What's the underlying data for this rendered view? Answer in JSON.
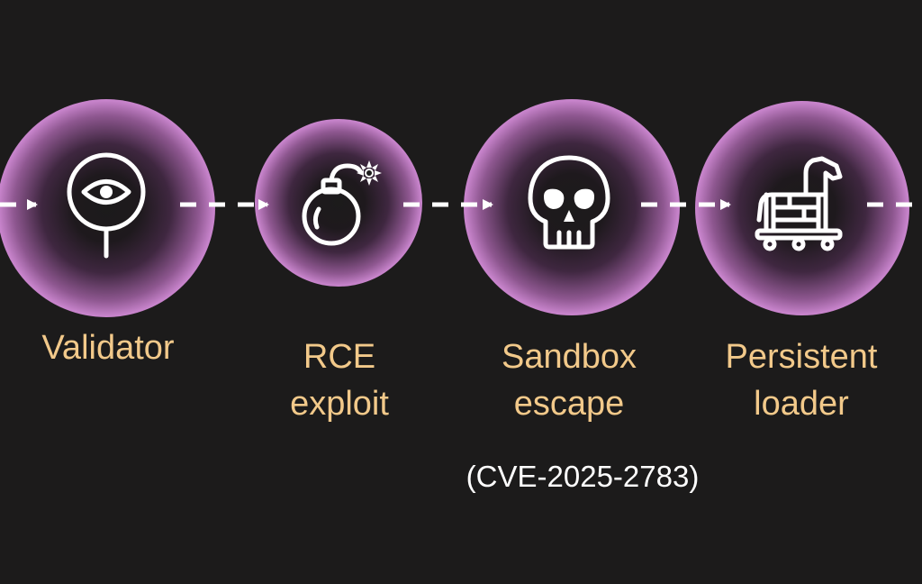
{
  "colors": {
    "background": "#1c1b1b",
    "glow": "#c884cc",
    "label": "#f2c98a",
    "icon": "#ffffff",
    "connector": "#ffffff"
  },
  "nodes": [
    {
      "id": "validator",
      "icon": "eye-magnifier-icon",
      "label_lines": [
        "Validator"
      ]
    },
    {
      "id": "rce-exploit",
      "icon": "bomb-icon",
      "label_lines": [
        "RCE",
        "exploit"
      ]
    },
    {
      "id": "sandbox-escape",
      "icon": "skull-icon",
      "label_lines": [
        "Sandbox",
        "escape"
      ]
    },
    {
      "id": "persistent-loader",
      "icon": "trojan-horse-icon",
      "label_lines": [
        "Persistent",
        "loader"
      ]
    }
  ],
  "note": "(CVE-2025-2783)"
}
